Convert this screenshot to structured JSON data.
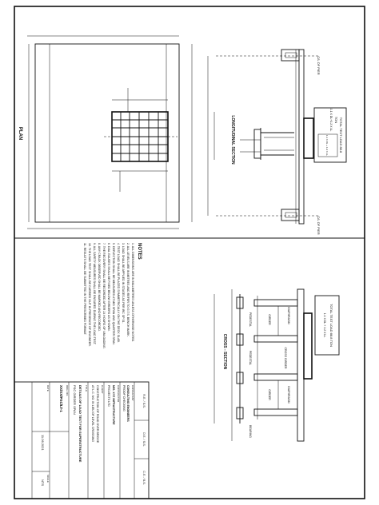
{
  "plan": {
    "title": "PLAN"
  },
  "longitudinal": {
    "title": "LONGITUDINAL SECTION",
    "cl_pier_top": "C/L OF PIER",
    "cl_pier_bottom": "C/L OF PIER",
    "load_box": [
      "TOTAL TEST LOAD 88.8",
      "TON",
      "1.1 X DL+1.2 X LL"
    ],
    "inner_box": "1.1 X DL + 1.2 X LL"
  },
  "cross": {
    "title": "CROSS - SECTION",
    "load_box": [
      "TOTAL TEST LOAD 88.8 TON",
      "1.1 X DL + 1.2 X LL"
    ],
    "labels": [
      "DIAPHRAGM",
      "GIRDER",
      "PEDESTAL",
      "CROSS GIRDER",
      "PEDESTAL",
      "DIAPHRAGM",
      "GIRDER",
      "BEARING"
    ]
  },
  "notes": {
    "title": "NOTES",
    "items": [
      "1. ALL DIMENSIONS ARE IN MILLIMETRES UNLESS OTHERWISE NOTED.",
      "2. ALL LEVELS ARE IN METRES AND REFER TO G.T.S. BENCH MARK.",
      "3. LOAD SHALL BE APPLIED IN STAGES AS PER IRC SP 51.",
      "4. TEST LOAD SHALL BE PLACED SYMMETRICALLY ON THE DECK SLAB.",
      "5. DEFLECTION SHALL BE MEASURED AT MID SPAN AND QUARTER SPAN.",
      "6. DIAL GAUGES SHALL BE FIXED BELOW GIRDERS AS SHOWN.",
      "7. THE RECOVERY SHALL BE RECORDED AFTER 24 HOURS OF UNLOADING.",
      "8. ANY CRACK OBSERVED SHALL BE MARKED AND RECORDED.",
      "9. ALL SAFETY MEASURES SHALL BE ENSURED DURING THE LOAD TEST.",
      "10. THE LOAD TEST SHALL BE CARRIED OUT IN PRESENCE OF ENGINEER.",
      "11. RESULTS SHALL BE SUBMITTED IN THE PRESCRIBED FORMAT."
    ]
  },
  "title_block": {
    "rev_cells": [
      "R.E. / S.S.",
      "D.E. / S.S.",
      "C.E. / B.S."
    ],
    "consultant_label": "CONSULTANT",
    "consultant": [
      "CONSULTING ENGINEERS",
      "PROOF CHECKING"
    ],
    "contractor_label": "CONTRACTOR",
    "contractor": [
      "M/S. XYZ INFRASTRUCTURE",
      "PROJECTS LTD"
    ],
    "client_label": "CLIENT",
    "client": [
      "CONSTRUCTION OF ROAD OVER BRIDGE",
      "AT L.C. NO. IN LIEU OF LEVEL CROSSING"
    ],
    "drawing_label": "TITLE",
    "drawing_title": [
      "DETAILS OF LOAD TEST FOR SUPERSTRUCTURE",
      "PSC GIRDER SPAN"
    ],
    "drg_no_label": "DRG. NO.",
    "drg_no": "XX/XX/PSC/LT-1",
    "date_label": "DATE",
    "date": "11.06.2021",
    "scale_label": "SCALE",
    "scale": "NTS"
  }
}
